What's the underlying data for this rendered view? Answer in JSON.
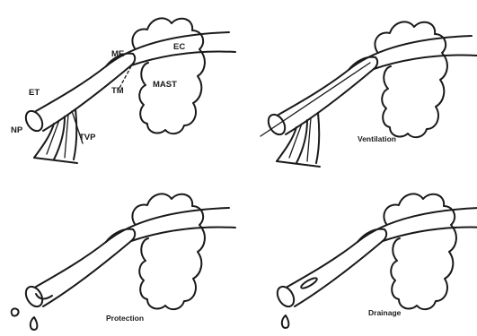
{
  "labels": {
    "np": "NP",
    "et": "ET",
    "me": "ME",
    "ec": "EC",
    "tm": "TM",
    "mast": "MAST",
    "tvp": "TVP"
  },
  "captions": {
    "ventilation": "Ventilation",
    "protection": "Protection",
    "drainage": "Drainage"
  }
}
